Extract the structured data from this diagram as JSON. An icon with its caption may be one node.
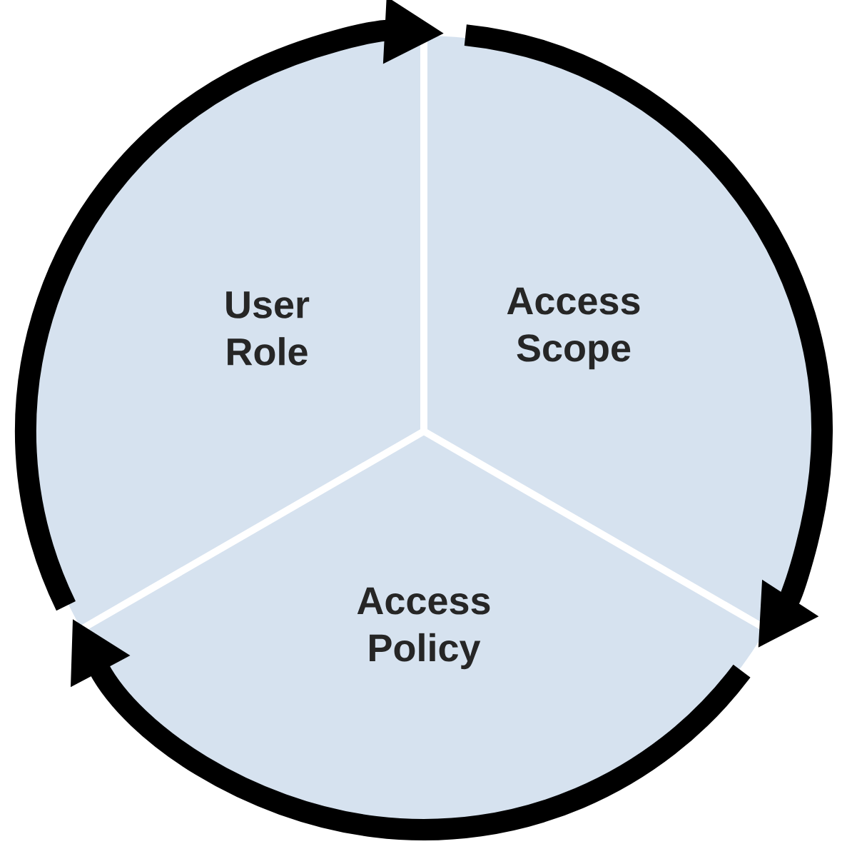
{
  "diagram": {
    "nodes": [
      {
        "text": [
          "User Role"
        ]
      },
      {
        "text": [
          "Access Scope"
        ]
      },
      {
        "text": [
          "Access Policy"
        ]
      }
    ],
    "edges": [
      {
        "from": 0,
        "to": 1,
        "arrow": "to"
      },
      {
        "from": 1,
        "to": 2,
        "arrow": "to"
      },
      {
        "from": 2,
        "to": 0,
        "arrow": "to"
      }
    ]
  }
}
